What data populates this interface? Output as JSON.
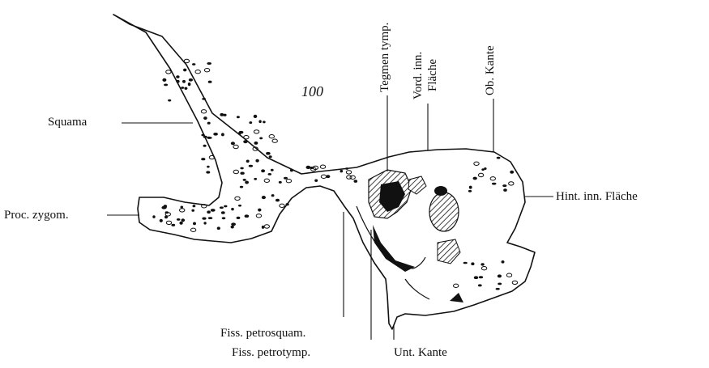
{
  "figure_number": "100",
  "labels": {
    "squama": "Squama",
    "proc_zygom": "Proc. zygom.",
    "tegmen_tymp": "Tegmen tymp.",
    "vord_inn_flaeche_line1": "Vord. inn.",
    "vord_inn_flaeche_line2": "Fläche",
    "ob_kante": "Ob. Kante",
    "hint_inn_flaeche": "Hint. inn. Fläche",
    "fiss_petrosquam": "Fiss. petrosquam.",
    "fiss_petrotymp": "Fiss. petrotymp.",
    "unt_kante": "Unt. Kante"
  },
  "colors": {
    "ink": "#111111",
    "bone": "#ffffff"
  }
}
